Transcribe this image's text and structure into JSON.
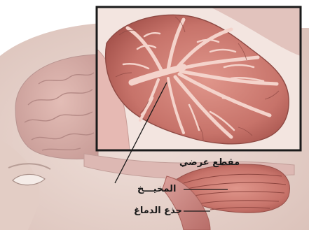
{
  "labels": {
    "cross_section": "مقطع عرضي",
    "cerebellum": "المخيـــخ",
    "brainstem": "جذع الدماغ"
  },
  "colors": {
    "skin": "#e9d6cf",
    "cerebrum": "#d9b8b5",
    "cerebellum_tissue": "#c8736b",
    "cerebellum_light": "#e7b2a6",
    "brainstem": "#cf8a86",
    "inset_border": "#1a1a1a"
  }
}
